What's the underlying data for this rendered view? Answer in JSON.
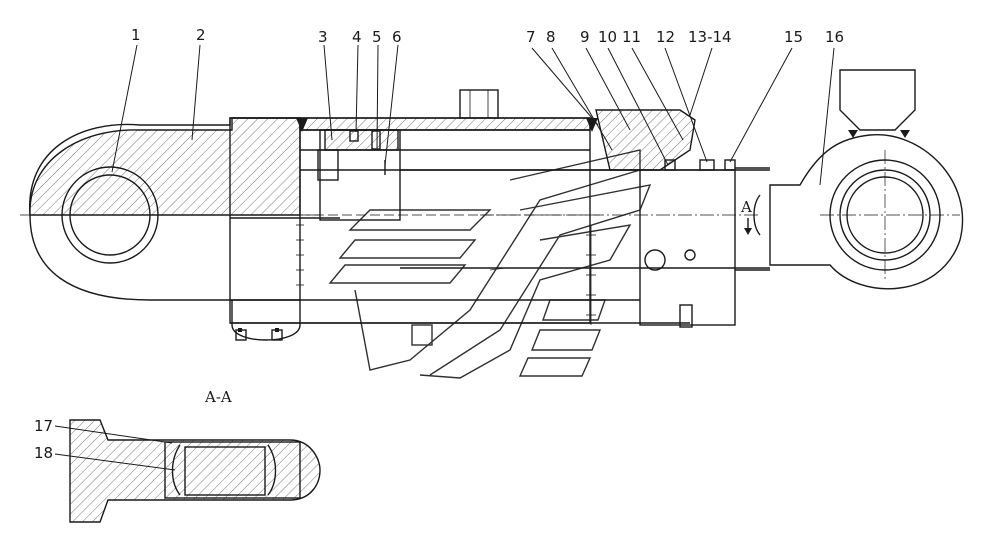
{
  "callouts": [
    {
      "id": "1",
      "text": "1"
    },
    {
      "id": "2",
      "text": "2"
    },
    {
      "id": "3",
      "text": "3"
    },
    {
      "id": "4",
      "text": "4"
    },
    {
      "id": "5",
      "text": "5"
    },
    {
      "id": "6",
      "text": "6"
    },
    {
      "id": "7",
      "text": "7"
    },
    {
      "id": "8",
      "text": "8"
    },
    {
      "id": "9",
      "text": "9"
    },
    {
      "id": "10",
      "text": "10"
    },
    {
      "id": "11",
      "text": "11"
    },
    {
      "id": "12",
      "text": "12"
    },
    {
      "id": "13-14",
      "text": "13-14"
    },
    {
      "id": "15",
      "text": "15"
    },
    {
      "id": "16",
      "text": "16"
    },
    {
      "id": "17",
      "text": "17"
    },
    {
      "id": "18",
      "text": "18"
    }
  ],
  "section_marker": "A",
  "section_title": "A-A",
  "colors": {
    "ink": "#1a1a1a",
    "paper": "#ffffff"
  }
}
